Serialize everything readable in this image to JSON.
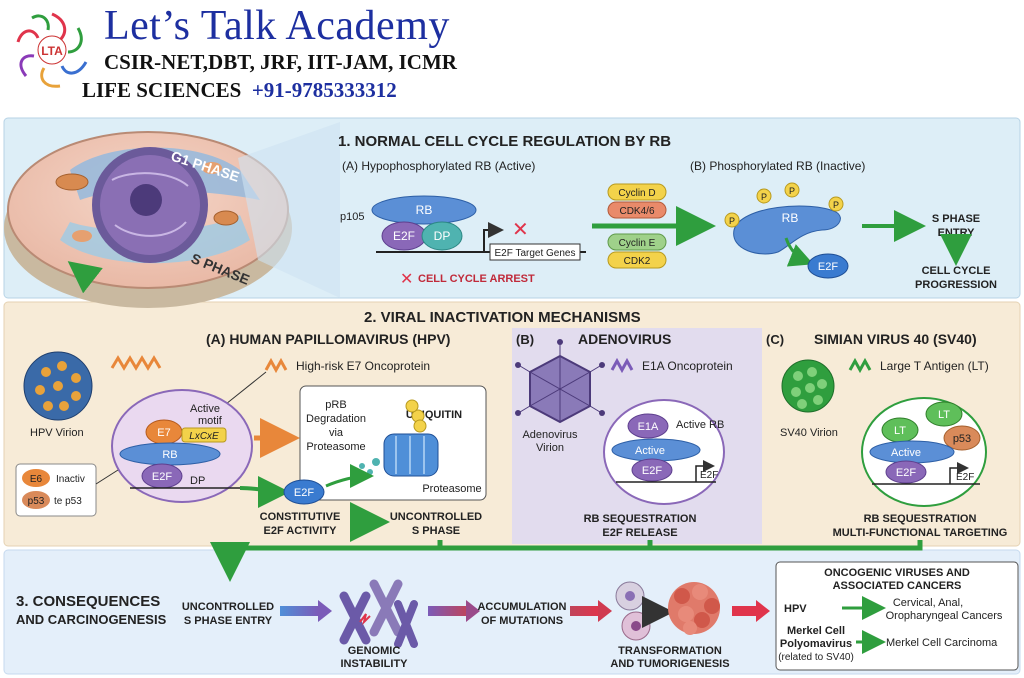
{
  "header": {
    "brand_title": "Let’s Talk Academy",
    "exams_line": "CSIR-NET,DBT, JRF, IIT-JAM, ICMR",
    "subject_line": "LIFE SCIENCES",
    "phone": "+91-9785333312",
    "logo_text": "LTA"
  },
  "cell_cycle": {
    "g1_label": "G1 PHASE",
    "s_label": "S PHASE"
  },
  "section1": {
    "title": "1. NORMAL CELL CYCLE REGULATION BY RB",
    "a_title": "(A) Hypophosphorylated RB (Active)",
    "p105": "p105",
    "rb": "RB",
    "e2f": "E2F",
    "dp": "DP",
    "target_genes": "E2F Target Genes",
    "arrest": "CELL CYCLE ARREST",
    "cyclin_d": "Cyclin D",
    "cdk46": "CDK4/6",
    "cyclin_e": "Cyclin E",
    "cdk2": "CDK2",
    "b_title": "(B) Phosphorylated RB (Inactive)",
    "p": "P",
    "s_entry_1": "S PHASE",
    "s_entry_2": "ENTRY",
    "progression_1": "CELL CYCLE",
    "progression_2": "PROGRESSION"
  },
  "section2": {
    "title": "2. VIRAL INACTIVATION MECHANISMS",
    "hpv": {
      "title": "(A) HUMAN PAPILLOMAVIRUS (HPV)",
      "e7_onco": "High-risk E7 Oncoprotein",
      "virion": "HPV Virion",
      "active_motif_1": "Active",
      "active_motif_2": "motif",
      "e7": "E7",
      "lxcxe": "LxCxE",
      "rb": "RB",
      "e2f": "E2F",
      "dp": "DP",
      "e6": "E6",
      "p53": "p53",
      "inactivate_1": "Inactiv",
      "inactivate_2": "te p53",
      "degradation_1": "pRB",
      "degradation_2": "Degradation",
      "degradation_3": "via",
      "degradation_4": "Proteasome",
      "ubiquitin": "UBIQUITIN",
      "proteasome": "Proteasome",
      "free_e2f": "E2F",
      "constitutive_1": "CONSTITUTIVE",
      "constitutive_2": "E2F ACTIVITY",
      "uncontrolled_1": "UNCONTROLLED",
      "uncontrolled_2": "S PHASE"
    },
    "adeno": {
      "letter": "(B)",
      "title": "ADENOVIRUS",
      "e1a_onco": "E1A Oncoprotein",
      "virion_1": "Adenovirus",
      "virion_2": "Virion",
      "e1a": "E1A",
      "active_rb": "Active RB",
      "active": "Active",
      "e2f": "E2F",
      "e2f_out": "E2F",
      "caption_1": "RB SEQUESTRATION",
      "caption_2": "E2F RELEASE"
    },
    "sv40": {
      "letter": "(C)",
      "title": "SIMIAN VIRUS 40 (SV40)",
      "lt_antigen": "Large T Antigen (LT)",
      "virion": "SV40 Virion",
      "lt": "LT",
      "p53": "p53",
      "active": "Active",
      "e2f": "E2F",
      "e2f_out": "E2F",
      "caption_1": "RB SEQUESTRATION",
      "caption_2": "MULTI-FUNCTIONAL TARGETING"
    }
  },
  "section3": {
    "title_1": "3. CONSEQUENCES",
    "title_2": "AND CARCINOGENESIS",
    "step1_1": "UNCONTROLLED",
    "step1_2": "S PHASE ENTRY",
    "step2_1": "GENOMIC",
    "step2_2": "INSTABILITY",
    "step3_1": "ACCUMULATION",
    "step3_2": "OF MUTATIONS",
    "step4_1": "TRANSFORMATION",
    "step4_2": "AND TUMORIGENESIS",
    "box_title_1": "ONCOGENIC VIRUSES AND",
    "box_title_2": "ASSOCIATED CANCERS",
    "hpv_label": "HPV",
    "hpv_cancer_1": "Cervical, Anal,",
    "hpv_cancer_2": "Oropharyngeal Cancers",
    "mcp_1": "Merkel Cell",
    "mcp_2": "Polyomavirus",
    "mcp_3": "(related to SV40)",
    "mcp_cancer": "Merkel Cell Carcinoma"
  },
  "colors": {
    "rb_blue": "#5b8fd6",
    "e2f_purple": "#8a68b8",
    "dp_teal": "#4fb3b0",
    "arrow_green": "#2f9e3e",
    "e7_orange": "#e8873a",
    "brand_blue": "#1d2fa0"
  }
}
